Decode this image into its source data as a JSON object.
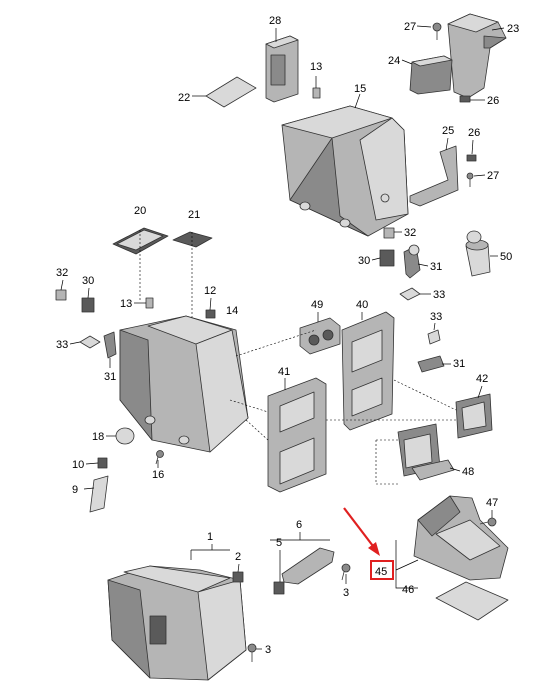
{
  "callouts": {
    "c28": "28",
    "c13a": "13",
    "c22": "22",
    "c15": "15",
    "c27a": "27",
    "c23": "23",
    "c24": "24",
    "c26a": "26",
    "c25": "25",
    "c26b": "26",
    "c27b": "27",
    "c20": "20",
    "c21": "21",
    "c32a": "32",
    "c50": "50",
    "c30a": "30",
    "c31a": "31",
    "c33a": "33",
    "c32b": "32",
    "c30b": "30",
    "c13b": "13",
    "c12": "12",
    "c14": "14",
    "c33b": "33",
    "c31b": "31",
    "c49": "49",
    "c40": "40",
    "c33c": "33",
    "c31c": "31",
    "c41": "41",
    "c42": "42",
    "c18": "18",
    "c16": "16",
    "c10": "10",
    "c9": "9",
    "c48": "48",
    "c47": "47",
    "c45": "45",
    "c46": "46",
    "c1": "1",
    "c2": "2",
    "c6": "6",
    "c5": "5",
    "c3a": "3",
    "c3b": "3"
  },
  "highlight": {
    "label": "45",
    "color": "#e02020"
  }
}
